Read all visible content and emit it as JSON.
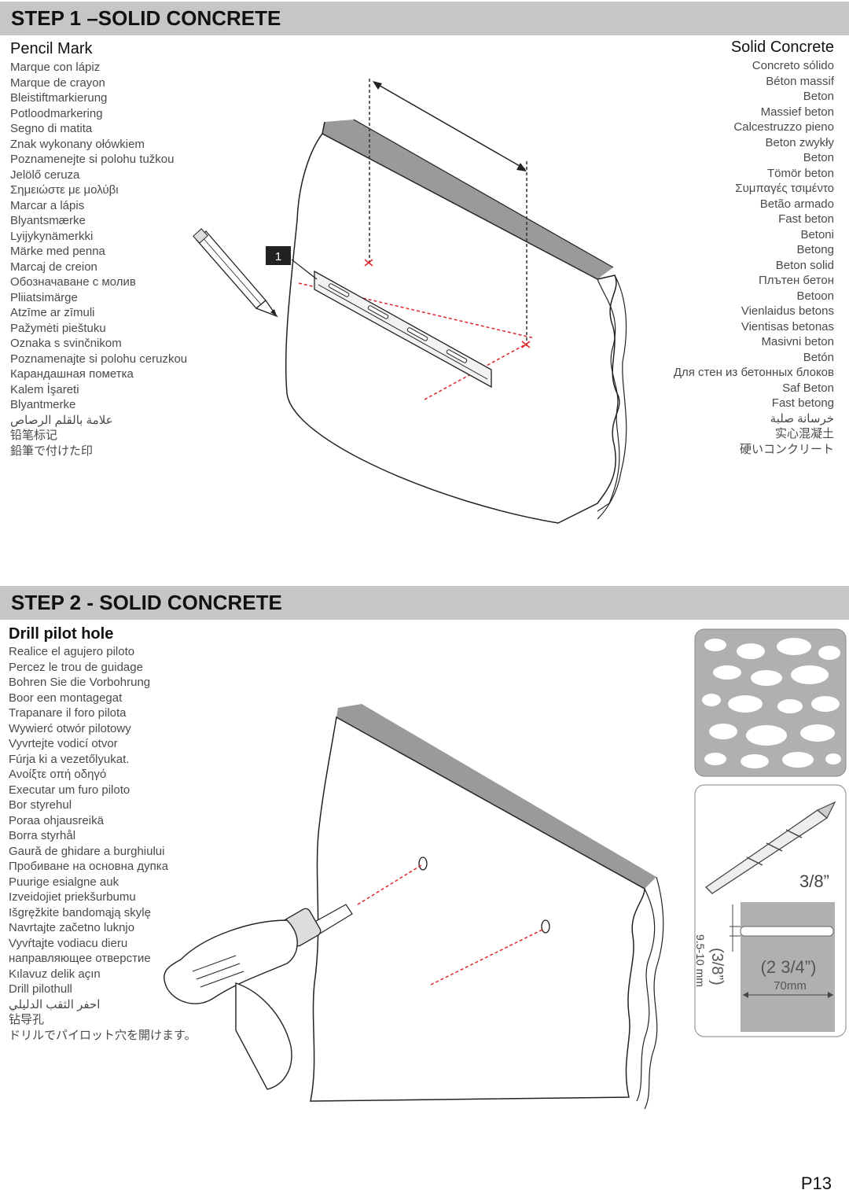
{
  "step1": {
    "title": "STEP 1 –SOLID CONCRETE",
    "left_heading": "Pencil Mark",
    "left_translations": [
      "Marque con lápiz",
      "Marque de crayon",
      "Bleistiftmarkierung",
      "Potloodmarkering",
      "Segno di matita",
      "Znak wykonany ołówkiem",
      "Poznamenejte si polohu tužkou",
      "Jelölő ceruza",
      "Σημειώστε με μολύβι",
      "Marcar a lápis",
      "Blyantsmærke",
      "Lyijykynämerkki",
      "Märke med penna",
      "Marcaj de creion",
      "Обозначаване с молив",
      "Pliiatsimärge",
      "Atzīme ar zīmuli",
      "Pažymėti pieštuku",
      "Oznaka s svinčnikom",
      "Poznamenajte si polohu ceruzkou",
      "Карандашная пометка",
      "Kalem İşareti",
      "Blyantmerke",
      "علامة بالقلم الرصاص",
      "铅笔标记",
      "鉛筆で付けた印"
    ],
    "right_heading": "Solid Concrete",
    "right_translations": [
      "Concreto sólido",
      "Béton massif",
      "Beton",
      "Massief beton",
      "Calcestruzzo pieno",
      "Beton zwykły",
      "Beton",
      "Tömör beton",
      "Συμπαγές τσιμέντο",
      "Betão armado",
      "Fast beton",
      "Betoni",
      "Betong",
      "Beton solid",
      "Плътен бетон",
      "Betoon",
      "Vienlaidus betons",
      "Vientisas betonas",
      "Masivni beton",
      "Betón",
      "Для стен из бетонных блоков",
      "Saf Beton",
      "Fast betong",
      "خرسانة صلبة",
      "实心混凝土",
      "硬いコンクリート"
    ],
    "callout": "1"
  },
  "step2": {
    "title": "STEP 2 - SOLID CONCRETE",
    "heading": "Drill pilot hole",
    "translations": [
      "Realice el agujero piloto",
      "Percez le trou de guidage",
      "Bohren Sie die Vorbohrung",
      "Boor een montagegat",
      "Trapanare il foro pilota",
      "Wywierć otwór pilotowy",
      "Vyvrtejte vodicí otvor",
      "Fúrja ki a vezetőlyukat.",
      "Ανοίξτε οπή οδηγό",
      "Executar um furo piloto",
      "Bor styrehul",
      "Poraa ohjausreikä",
      "Borra styrhål",
      "Gaură de ghidare a burghiului",
      "Пробиване на основна дупка",
      "Puurige esialgne auk",
      "Izveidojiet priekšurbumu",
      "Išgręžkite bandomąją skylę",
      "Navrtajte začetno luknjo",
      "Vyvŕtajte vodiacu dieru",
      "направляющее отверстие",
      "Kılavuz delik açın",
      "Drill pilothull",
      "احفر الثقب الدليلي",
      "钻导孔",
      "ドリルでパイロット穴を開けます。"
    ],
    "bit_size": "3/8”",
    "hole_diameter_label": "9.5-10 mm",
    "hole_diameter_inch": "(3/8”)",
    "hole_depth_inch": "(2 3/4”)",
    "hole_depth_mm": "70mm"
  },
  "page_number": "P13",
  "colors": {
    "band": "#c6c6c6",
    "wall_edge": "#9a9a9a",
    "marker": "#e0262c"
  }
}
